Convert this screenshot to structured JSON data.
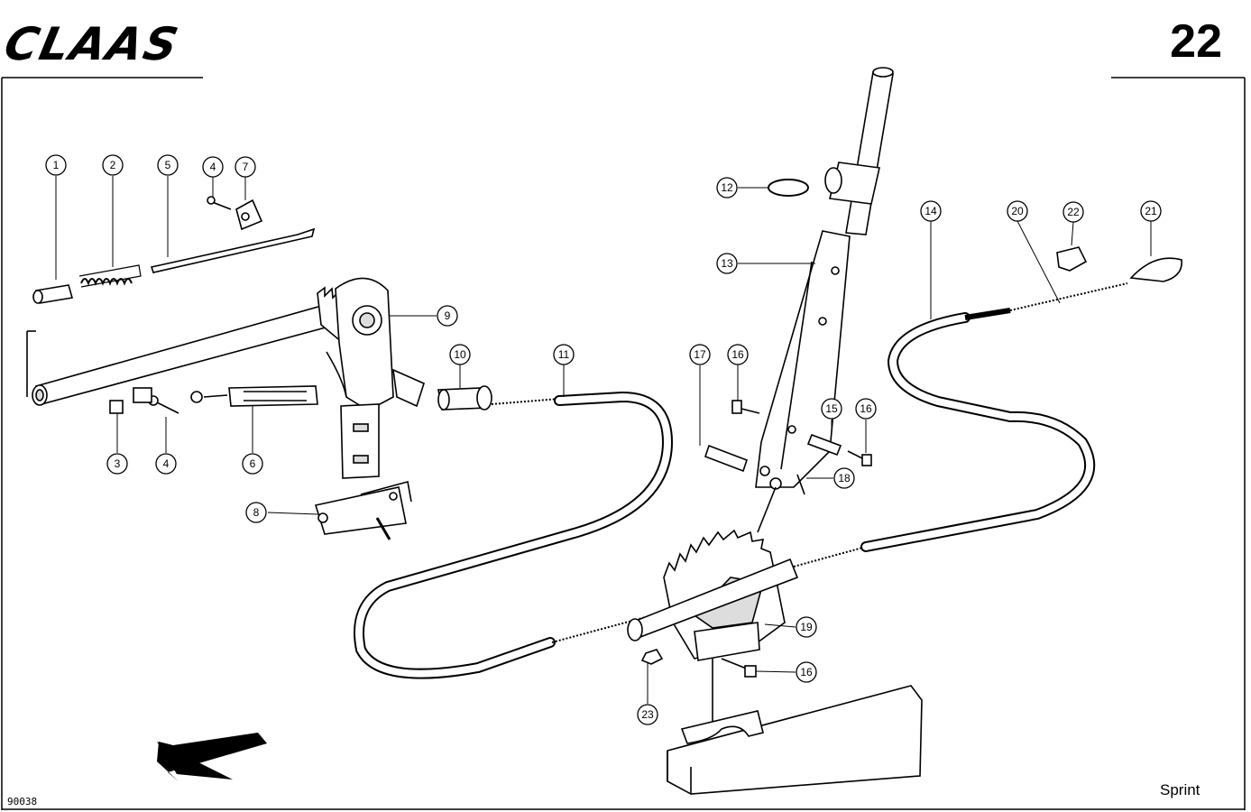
{
  "header": {
    "brand": "CLAAS",
    "page_number": "22"
  },
  "footer": {
    "drawing_number": "90038",
    "model": "Sprint"
  },
  "callouts": [
    "1",
    "2",
    "5",
    "4",
    "7",
    "3",
    "4",
    "6",
    "9",
    "10",
    "11",
    "8",
    "12",
    "13",
    "14",
    "20",
    "22",
    "21",
    "17",
    "16",
    "15",
    "16",
    "18",
    "19",
    "16",
    "23"
  ],
  "colors": {
    "line": "#000000",
    "fill": "#ffffff",
    "shade": "#e8e8e8"
  },
  "icons": {
    "direction_arrow": "arrow-left-down-icon"
  }
}
